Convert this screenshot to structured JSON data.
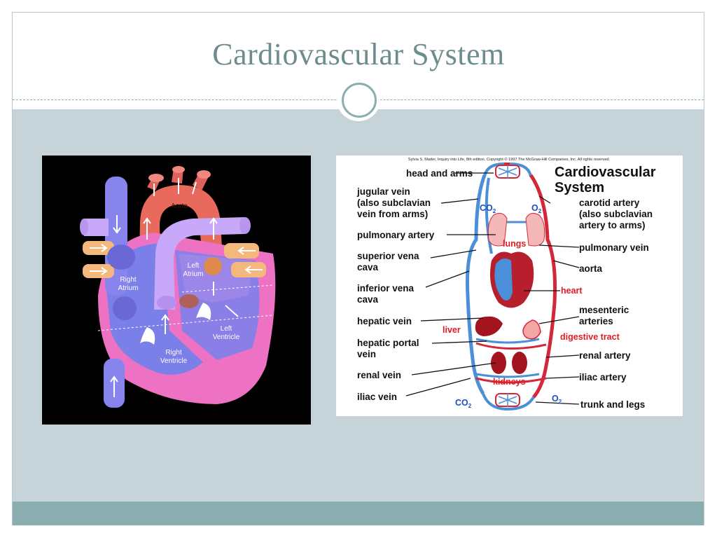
{
  "slide": {
    "title": "Cardiovascular System"
  },
  "heart_diagram": {
    "labels": {
      "aorta": "Aorta",
      "left_atrium_1": "Left",
      "left_atrium_2": "Atrium",
      "right_atrium_1": "Right",
      "right_atrium_2": "Atrium",
      "left_ventricle_1": "Left",
      "left_ventricle_2": "Ventricle",
      "right_ventricle_1": "Right",
      "right_ventricle_2": "Ventricle"
    }
  },
  "circulation_diagram": {
    "credit": "Sylvia S. Mader, Inquiry into Life, 8th edition. Copyright © 1997 The McGraw-Hill Companies, Inc. All rights reserved.",
    "title_line1": "Cardiovascular",
    "title_line2": "System",
    "left_labels": {
      "head_arms": "head and arms",
      "jugular_1": "jugular vein",
      "jugular_2": "(also subclavian",
      "jugular_3": "vein from arms)",
      "pulmonary_artery": "pulmonary artery",
      "svc_1": "superior vena",
      "svc_2": "cava",
      "ivc_1": "inferior vena",
      "ivc_2": "cava",
      "hepatic_vein": "hepatic vein",
      "hepatic_portal_1": "hepatic portal",
      "hepatic_portal_2": "vein",
      "renal_vein": "renal vein",
      "iliac_vein": "iliac vein"
    },
    "right_labels": {
      "carotid_1": "carotid artery",
      "carotid_2": "(also subclavian",
      "carotid_3": "artery to arms)",
      "pulmonary_vein": "pulmonary vein",
      "aorta": "aorta",
      "mesenteric_1": "mesenteric",
      "mesenteric_2": "arteries",
      "renal_artery": "renal artery",
      "iliac_artery": "iliac artery",
      "trunk_legs": "trunk and legs"
    },
    "organ_labels": {
      "lungs": "lungs",
      "heart": "heart",
      "liver": "liver",
      "digestive_tract": "digestive tract",
      "kidneys": "kidneys"
    },
    "gas_labels": {
      "co2_top": "CO",
      "o2_top": "O",
      "co2_bottom": "CO",
      "o2_bottom": "O",
      "subscript": "2"
    }
  },
  "colors": {
    "title": "#6d8c8d",
    "content_bg": "#c6d3d8",
    "footer": "#8aaeb0",
    "vein_blue": "#4a8fd8",
    "artery_red": "#d4283a",
    "organ_label_red": "#e01b24",
    "gas_label_blue": "#1f4fbf"
  }
}
